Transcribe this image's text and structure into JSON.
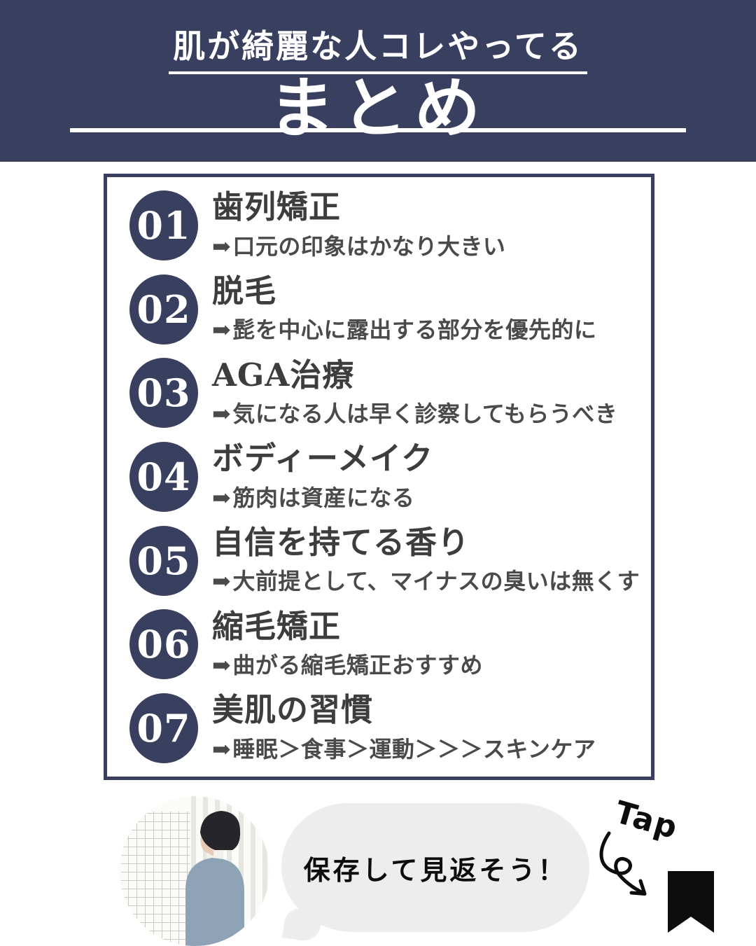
{
  "header": {
    "subtitle": "肌が綺麗な人コレやってる",
    "title": "まとめ"
  },
  "items": [
    {
      "num": "01",
      "title": "歯列矯正",
      "desc": "口元の印象はかなり大きい"
    },
    {
      "num": "02",
      "title": "脱毛",
      "desc": "髭を中心に露出する部分を優先的に"
    },
    {
      "num": "03",
      "title": "AGA治療",
      "desc": "気になる人は早く診察してもらうべき"
    },
    {
      "num": "04",
      "title": "ボディーメイク",
      "desc": "筋肉は資産になる"
    },
    {
      "num": "05",
      "title": "自信を持てる香り",
      "desc": "大前提として、マイナスの臭いは無くす"
    },
    {
      "num": "06",
      "title": "縮毛矯正",
      "desc": "曲がる縮毛矯正おすすめ"
    },
    {
      "num": "07",
      "title": "美肌の習慣",
      "desc": "睡眠＞食事＞運動＞＞＞スキンケア"
    }
  ],
  "glyphs": {
    "item_arrow": "➡"
  },
  "footer": {
    "bubble_text": "保存して見返そう！",
    "tap_label": "Tap",
    "icons": {
      "bookmark": "bookmark-ribbon",
      "tap_arrow": "curly-swirl-arrow",
      "avatar": "profile-photo-man-in-blue-sweater"
    }
  },
  "colors": {
    "navy": "#393f5e",
    "title": "#3d3d3d",
    "desc": "#4a4a4a",
    "bubble": "#ededed",
    "ink": "#0d0d0d",
    "white": "#ffffff"
  }
}
